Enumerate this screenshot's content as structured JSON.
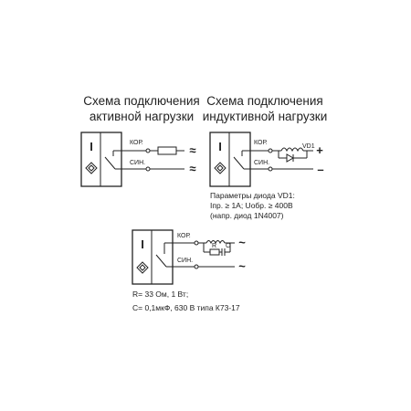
{
  "titles": {
    "active": [
      "Схема подключения",
      "активной нагрузки"
    ],
    "inductive": [
      "Схема подключения",
      "индуктивной нагрузки"
    ]
  },
  "sensor": {
    "mark": "I"
  },
  "wires": {
    "kor": "КОР.",
    "sin": "СИН."
  },
  "diode_label": "VD1",
  "symbols": {
    "approx": "≈",
    "tilde": "~",
    "plus": "+",
    "minus": "–",
    "r": "R",
    "c": "C"
  },
  "diode_params": [
    "Параметры диода VD1:",
    "Iпр. ≥ 1А; Uобр. ≥ 400В",
    "(напр. диод 1N4007)"
  ],
  "rc_params": [
    "R= 33 Ом, 1 Вт;",
    "С= 0,1мкФ, 630 В типа К73-17"
  ]
}
